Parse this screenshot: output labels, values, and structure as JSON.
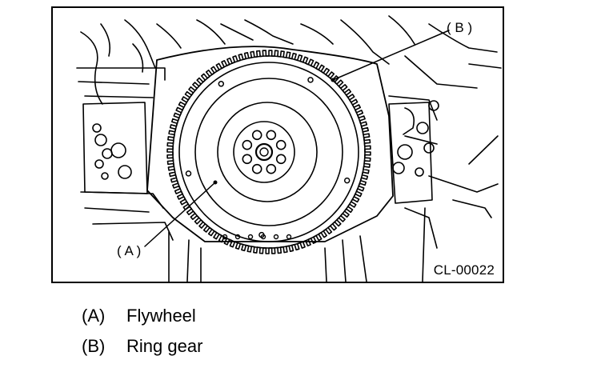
{
  "figure": {
    "id": "CL-00022",
    "callouts": [
      {
        "key": "A",
        "label": "( A )"
      },
      {
        "key": "B",
        "label": "( B )"
      }
    ]
  },
  "legend": [
    {
      "key": "(A)",
      "text": "Flywheel"
    },
    {
      "key": "(B)",
      "text": "Ring gear"
    }
  ]
}
